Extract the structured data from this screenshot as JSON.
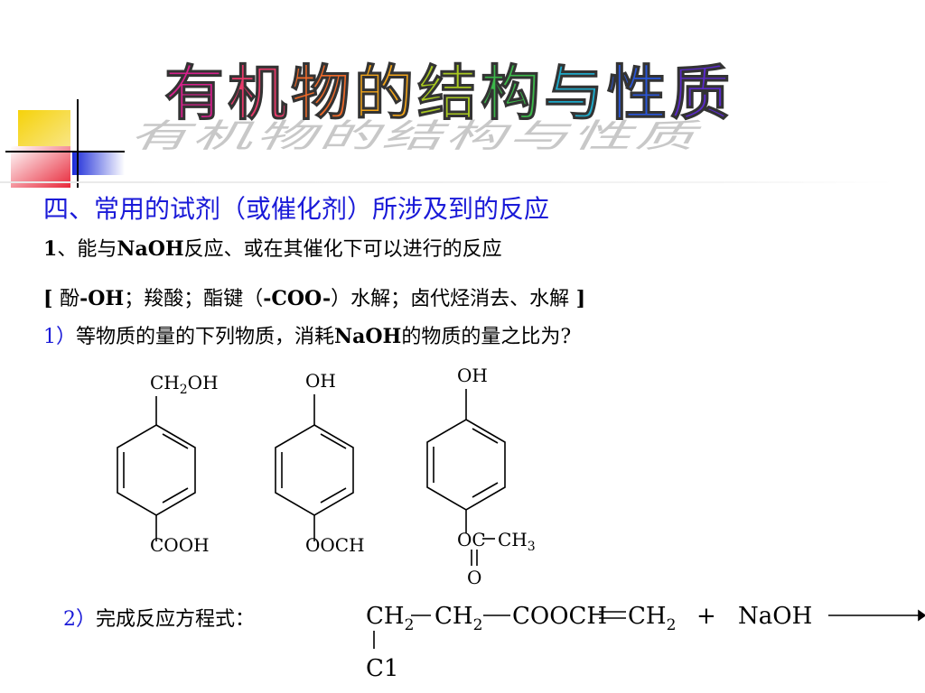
{
  "title": {
    "chars": [
      "有",
      "机",
      "物",
      "的",
      "结",
      "构",
      "与",
      "性",
      "质"
    ],
    "colors": [
      "#d6208c",
      "#e83a6a",
      "#ef6a2a",
      "#f2a51a",
      "#a8c820",
      "#3cb84a",
      "#1ea8c8",
      "#2a56d8",
      "#5a2ac8"
    ]
  },
  "heading": "四、常用的试剂（或催化剂）所涉及到的反应",
  "item1": {
    "num": "1",
    "text_a": "、能与",
    "naoh": "NaOH",
    "text_b": "反应、或在其催化下可以进行的反应"
  },
  "bracket_line": {
    "open": "[ ",
    "p1": "酚",
    "p2": "-OH",
    "p3": "；羧酸；酯键（",
    "p4": "-COO-",
    "p5": "）水解；卤代烃消去、水解",
    "close": " ]"
  },
  "question1": {
    "num": "1",
    "paren": "）",
    "text_a": "等物质的量的下列物质，消耗",
    "naoh": "NaOH",
    "text_b": "的物质的量之比为?"
  },
  "structures": {
    "s1_top": "CH",
    "s1_top_sub": "2",
    "s1_top_tail": "OH",
    "s1_bottom": "COOH",
    "s2_top": "OH",
    "s2_bottom": "OOCH",
    "s3_top": "OH",
    "s3_bottom_oc": "OC",
    "s3_bottom_ch": "CH",
    "s3_bottom_sub": "3",
    "s3_carbonyl_o": "O"
  },
  "question2": {
    "num": "2",
    "paren": "）",
    "text": "完成反应方程式："
  },
  "equation": {
    "ch": "CH",
    "sub2": "2",
    "cooch": "COOCH",
    "plus": "+",
    "naoh": "NaOH",
    "cl": "C1"
  },
  "colors": {
    "heading_blue": "#1a1ad8",
    "deco_yellow": "#f6d20a",
    "deco_blue": "#1a2ad8",
    "deco_red": "#e8283a"
  }
}
